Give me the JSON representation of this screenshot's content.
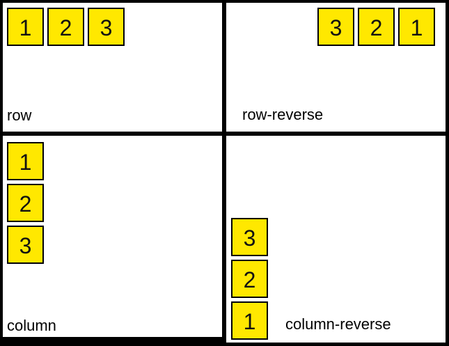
{
  "page": {
    "frame_color": "#000000",
    "panel_background": "#ffffff"
  },
  "box_style": {
    "fill_color": "#ffe800",
    "border_color": "#000000",
    "number_color": "#111111"
  },
  "panels": [
    {
      "label": "row",
      "boxes": [
        "1",
        "2",
        "3"
      ]
    },
    {
      "label": "row-reverse",
      "boxes": [
        "3",
        "2",
        "1"
      ]
    },
    {
      "label": "column",
      "boxes": [
        "1",
        "2",
        "3"
      ]
    },
    {
      "label": "column-reverse",
      "boxes": [
        "3",
        "2",
        "1"
      ]
    }
  ]
}
